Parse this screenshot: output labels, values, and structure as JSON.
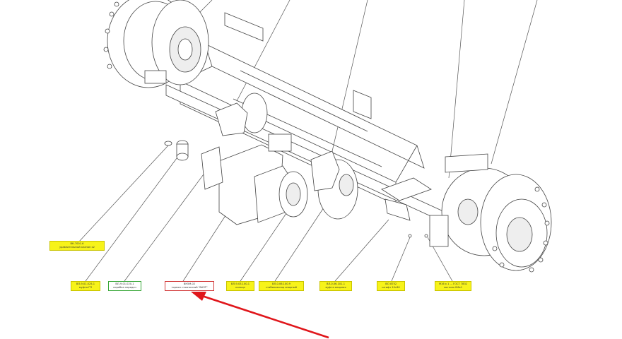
{
  "colors": {
    "line": "#555555",
    "tag_yellow": "#f7f31a",
    "tag_green_border": "#3aa83a",
    "tag_red_border": "#d23a3a",
    "arrow": "#e0161b"
  },
  "labels": [
    {
      "code": "ВК-7001.6",
      "name": "уравнительный клапан х2",
      "style": "yellow"
    },
    {
      "code": "ВЛ-9-01.025-1",
      "name": "муфта ГП",
      "style": "yellow"
    },
    {
      "code": "ВЛ-9-01.020-1",
      "name": "коробка передач",
      "style": "green"
    },
    {
      "code": "ВК5М-02",
      "name": "тормоз стояночный \"ВАЗТ\"",
      "style": "red"
    },
    {
      "code": "ВЛ-9-03.100-1",
      "name": "кольцо",
      "style": "yellow"
    },
    {
      "code": "ВЛ-0.06.100.9",
      "name": "стабилизатор опорный",
      "style": "yellow"
    },
    {
      "code": "ВЛ-0.06.101-1",
      "name": "муфта опорная",
      "style": "yellow"
    },
    {
      "code": "ISO 8752",
      "name": "штифт 10х30",
      "style": "yellow"
    },
    {
      "code": "М16 х 1 ... ГОСТ 7832",
      "name": "хостинк М6х1",
      "style": "yellow"
    }
  ]
}
